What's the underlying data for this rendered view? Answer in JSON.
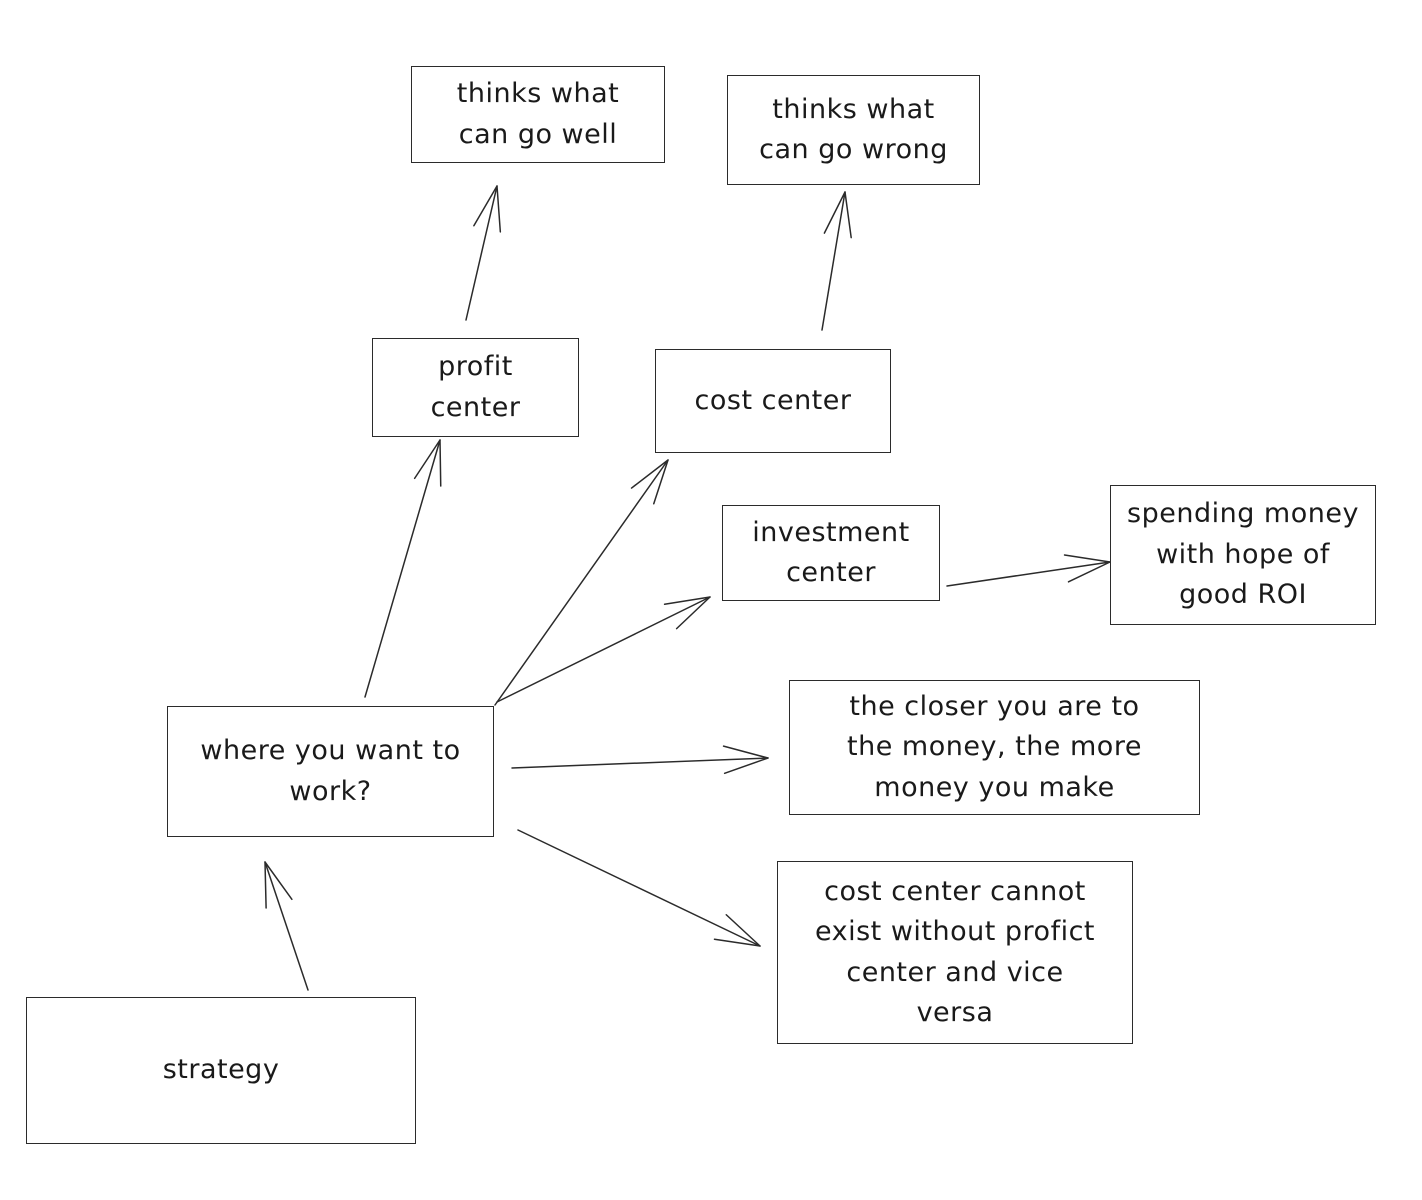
{
  "diagram": {
    "nodes": [
      {
        "id": "thinks-well",
        "label": "thinks what\ncan go well"
      },
      {
        "id": "thinks-wrong",
        "label": "thinks what\ncan go wrong"
      },
      {
        "id": "profit-center",
        "label": "profit\ncenter"
      },
      {
        "id": "cost-center",
        "label": "cost center"
      },
      {
        "id": "investment-center",
        "label": "investment\ncenter"
      },
      {
        "id": "spending-money",
        "label": "spending money\nwith hope of\ngood ROI"
      },
      {
        "id": "where-work",
        "label": "where you want to\nwork?"
      },
      {
        "id": "closer-money",
        "label": "the closer you are to\nthe money, the more\nmoney you make"
      },
      {
        "id": "cost-cannot-exist",
        "label": "cost center cannot\nexist without profict\ncenter and vice\nversa"
      },
      {
        "id": "strategy",
        "label": "strategy"
      }
    ],
    "edges": [
      {
        "from": "strategy",
        "to": "where-work"
      },
      {
        "from": "where-work",
        "to": "profit-center"
      },
      {
        "from": "where-work",
        "to": "cost-center"
      },
      {
        "from": "where-work",
        "to": "investment-center"
      },
      {
        "from": "where-work",
        "to": "closer-money"
      },
      {
        "from": "where-work",
        "to": "cost-cannot-exist"
      },
      {
        "from": "profit-center",
        "to": "thinks-well"
      },
      {
        "from": "cost-center",
        "to": "thinks-wrong"
      },
      {
        "from": "investment-center",
        "to": "spending-money"
      }
    ],
    "colors": {
      "stroke": "#2b2b2b",
      "text": "#1a1a1a",
      "background": "#ffffff"
    }
  }
}
